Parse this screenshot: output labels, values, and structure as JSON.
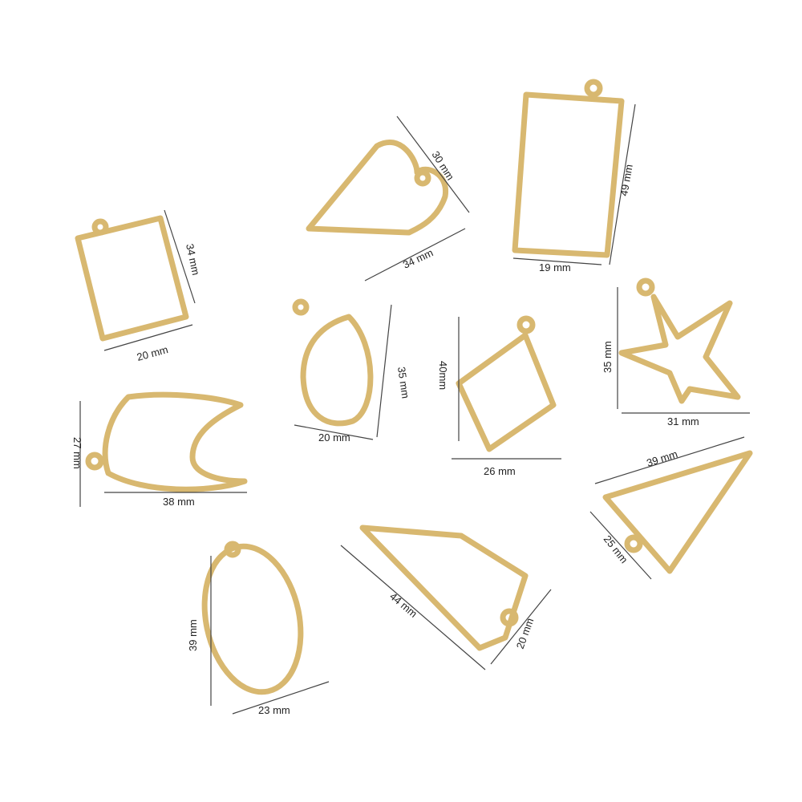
{
  "items": [
    {
      "shape": "small-rectangle",
      "height": "34 mm",
      "width": "20 mm"
    },
    {
      "shape": "heart",
      "height": "30 mm",
      "width": "34 mm"
    },
    {
      "shape": "long-rectangle",
      "height": "49 mm",
      "width": "19 mm"
    },
    {
      "shape": "star",
      "height": "35 mm",
      "width": "31 mm"
    },
    {
      "shape": "teardrop",
      "height": "35 mm",
      "width": "20 mm"
    },
    {
      "shape": "rhombus",
      "height": "40mm",
      "width": "26 mm"
    },
    {
      "shape": "moon",
      "height": "27 mm",
      "width": "38 mm"
    },
    {
      "shape": "triangle",
      "length": "39 mm",
      "width": "25 mm"
    },
    {
      "shape": "oval",
      "height": "39 mm",
      "width": "23 mm"
    },
    {
      "shape": "house",
      "length": "44 mm",
      "width": "20 mm"
    }
  ],
  "colors": {
    "gold": "#d8b870",
    "dimension_line": "#444444"
  }
}
